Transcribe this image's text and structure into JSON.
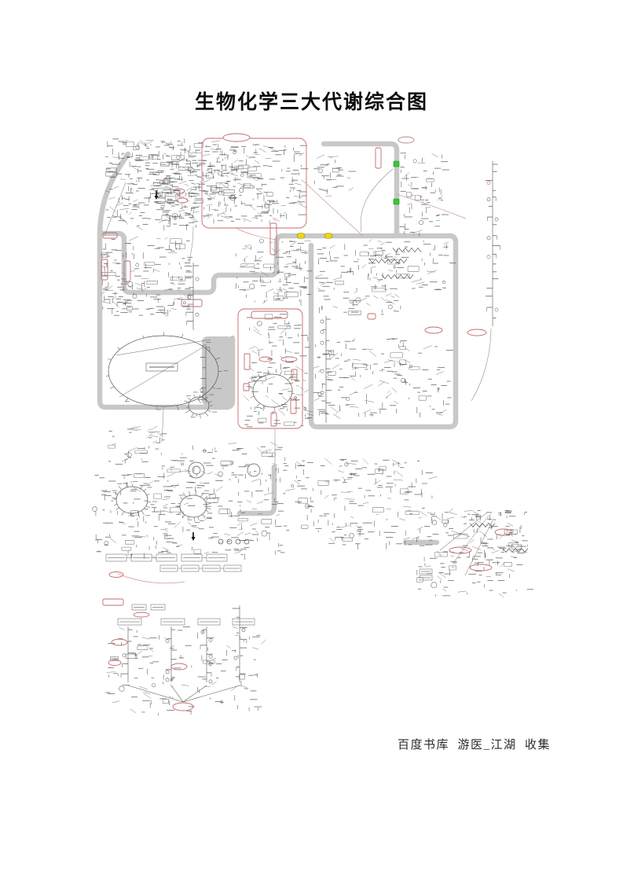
{
  "page": {
    "title": "生物化学三大代谢综合图",
    "footer": "百度书库  游医_江湖  收集"
  },
  "diagram": {
    "kind": "metabolic-pathway-map",
    "colors": {
      "membrane": "#c8c8c8",
      "panel": "#c8c8c8",
      "line": "#555555",
      "dash": "#666666",
      "boxline": "#777777",
      "accent_red": "#c46a6a",
      "accent_red_light": "#cc9999",
      "marker_green": "#33cc33",
      "marker_green_edge": "#1d8a1d",
      "marker_yellow": "#f0d800",
      "marker_yellow_edge": "#8a8a3a",
      "arrow_black": "#111111"
    }
  }
}
